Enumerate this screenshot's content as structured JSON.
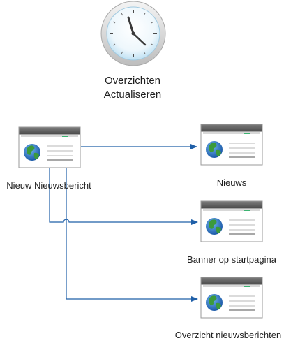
{
  "trigger": {
    "icon": "clock-icon",
    "label_line1": "Overzichten",
    "label_line2": "Actualiseren"
  },
  "source": {
    "icon": "webpage-globe-icon",
    "label": "Nieuw Nieuwsbericht"
  },
  "targets": [
    {
      "icon": "webpage-globe-icon",
      "label": "Nieuws"
    },
    {
      "icon": "webpage-globe-icon",
      "label": "Banner op startpagina"
    },
    {
      "icon": "webpage-globe-icon",
      "label": "Overzicht nieuwsberichten"
    }
  ],
  "colors": {
    "connector": "#1f5fa8",
    "window_bar": "#5a5a5a",
    "window_accent": "#3cb371",
    "globe_ocean": "#2a74c6",
    "globe_land": "#3c9a3c"
  }
}
